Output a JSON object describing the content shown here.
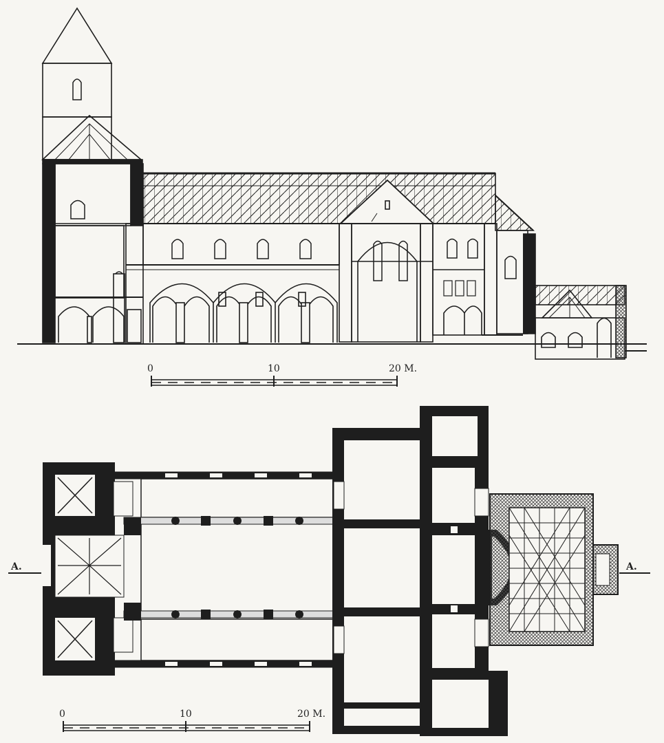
{
  "section": {
    "scale_labels": [
      "0",
      "10",
      "20 M."
    ]
  },
  "plan": {
    "scale_labels": [
      "0",
      "10",
      "20 M."
    ],
    "section_marker_left": "A.",
    "section_marker_right": "A."
  },
  "colors": {
    "ink": "#1e1e1e",
    "paper": "#f7f6f2",
    "hatch": "#6a6a6a"
  }
}
